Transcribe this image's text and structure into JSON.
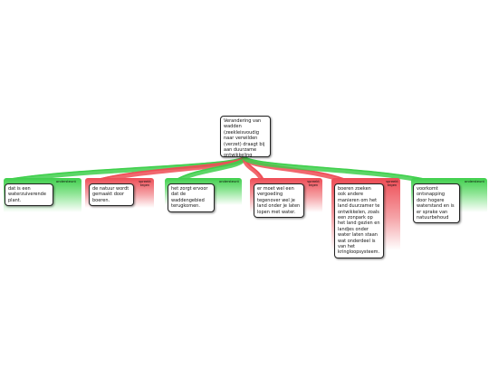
{
  "root": {
    "text": "Verandering van wadden (zeekleisvoudig naar verwilden (verzet) draagt bij aan duurzame ontwikkeling"
  },
  "children": [
    {
      "type": "pro",
      "tag": "ondersteunt",
      "text": "dat is een waterzuiverende plant."
    },
    {
      "type": "con",
      "tag": "spreekt tegen",
      "text": "de natuur wordt gemaakt door boeren."
    },
    {
      "type": "pro",
      "tag": "ondersteunt",
      "text": "het zorgt ervoor dat de waddengebied terugkomen."
    },
    {
      "type": "con",
      "tag": "spreekt tegen",
      "text": "er moet wel een vergoeding tegenover wel je land onder je laten lopen met water."
    },
    {
      "type": "con",
      "tag": "spreekt tegen",
      "text": "boeren zoeken ook andere manieren om het land duurzamer te ontwikkelen, zoals een zonpark op het land gezien en landjes onder water laten staan wat onderdeel is van het kringloopsysteem."
    },
    {
      "type": "pro",
      "tag": "ondersteunt",
      "text": "voorkomt ontsnapping door hogere waterstand en is er sprake van natuurbehoud"
    }
  ],
  "colors": {
    "pro": "#3fcf4c",
    "con": "#ee4c55",
    "border": "#222222",
    "background": "#ffffff"
  }
}
